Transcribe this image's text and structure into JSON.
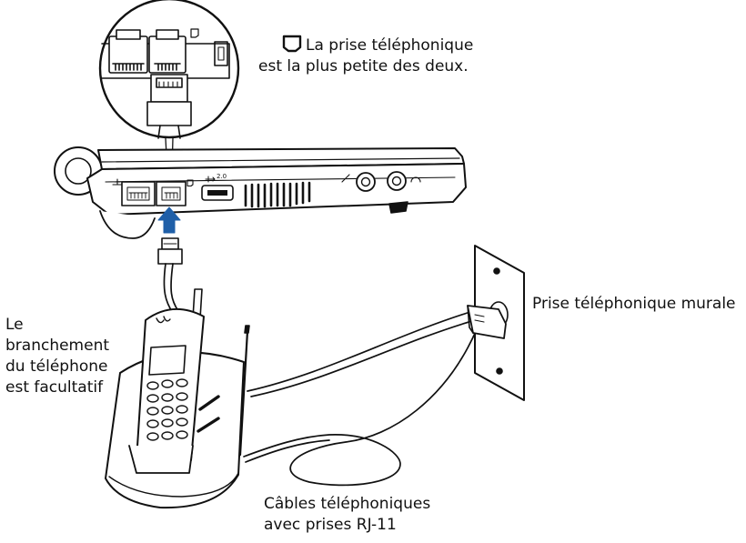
{
  "labels": {
    "jack_note": {
      "line1": "La prise téléphonique",
      "line2": "est la plus petite des deux."
    },
    "wall_jack": "Prise téléphonique murale",
    "optional": {
      "line1": "Le",
      "line2": "branchement",
      "line3": "du téléphone",
      "line4": "est facultatif"
    },
    "cables": {
      "line1": "Câbles téléphoniques",
      "line2": "avec prises RJ-11"
    },
    "usb_marking": "2.0"
  },
  "icons": [
    "phone-jack-icon",
    "network-icon",
    "usb-icon",
    "microphone-icon",
    "headphones-icon"
  ],
  "colors": {
    "line": "#111111",
    "arrow": "#1f5fa8",
    "fill": "#ffffff"
  }
}
